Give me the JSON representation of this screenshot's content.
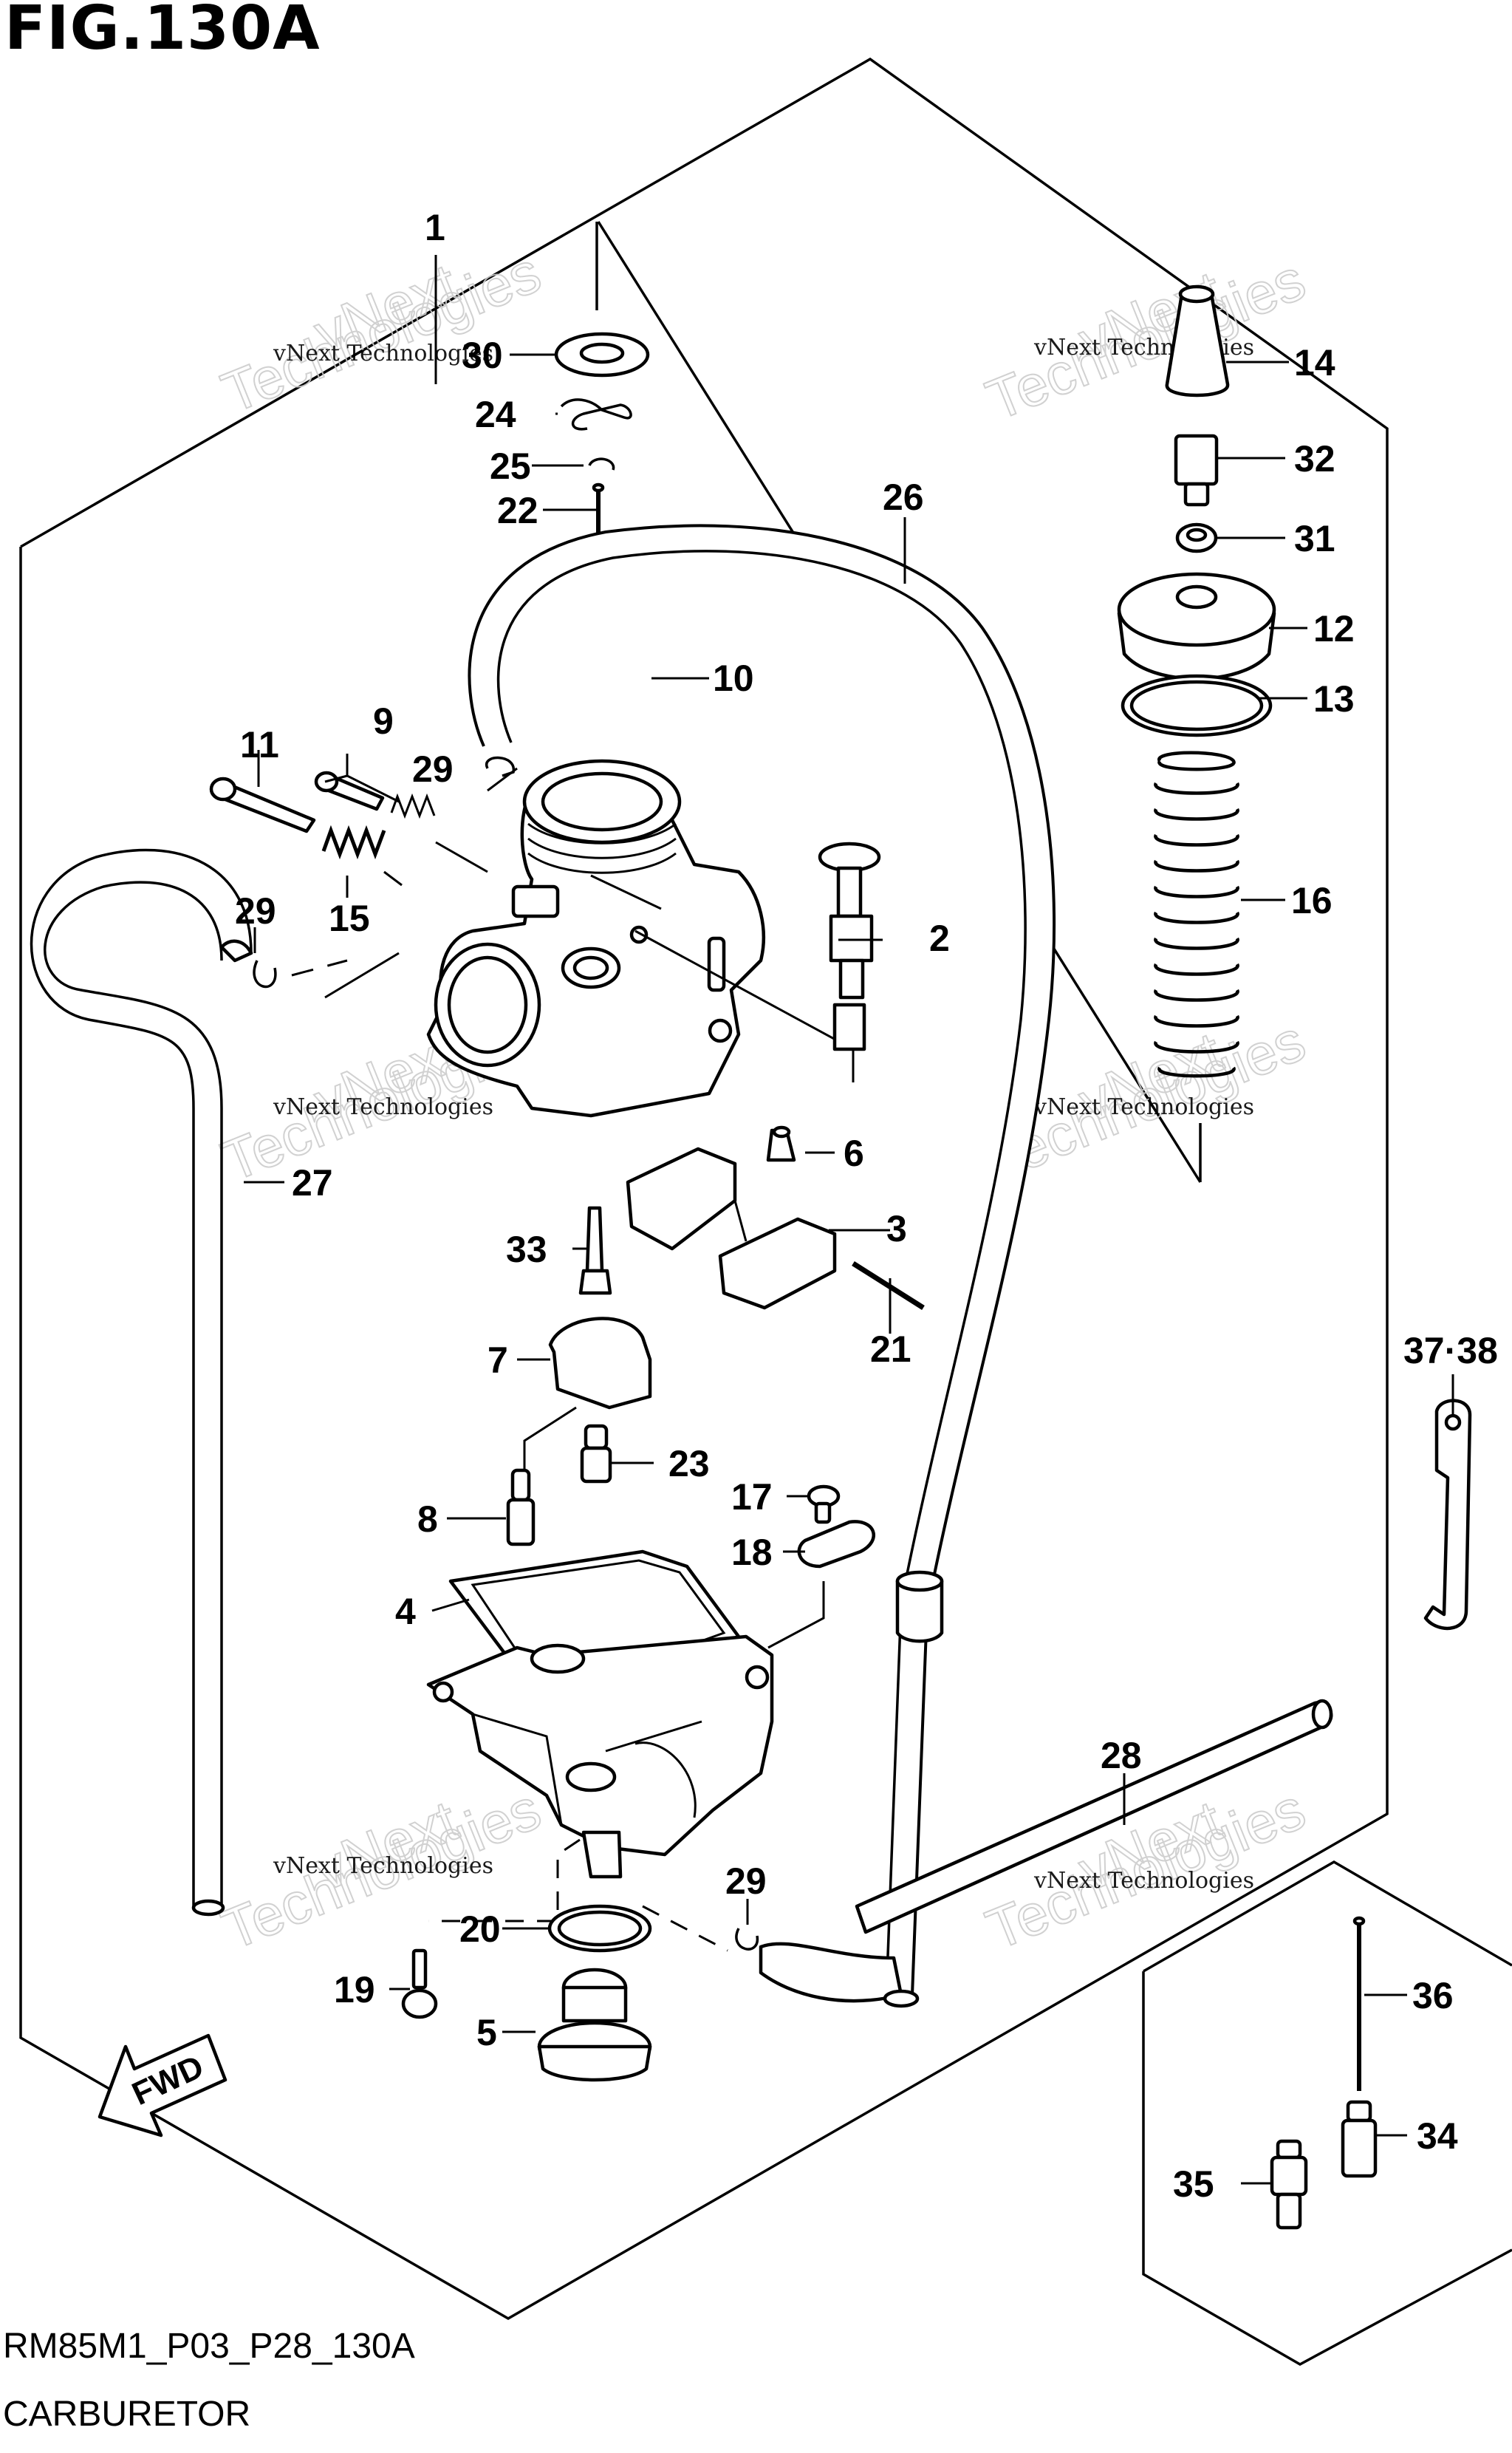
{
  "figure": {
    "title": "FIG.130A",
    "code": "RM85M1_P03_P28_130A",
    "name": "CARBURETOR"
  },
  "watermark": {
    "small": "vNext Technologies",
    "big_line1": "vNext",
    "big_line2": "Technologies"
  },
  "fwd_label": "FWD",
  "callouts": {
    "c1": "1",
    "c2": "2",
    "c3": "3",
    "c4": "4",
    "c5": "5",
    "c6": "6",
    "c7": "7",
    "c8": "8",
    "c9": "9",
    "c10": "10",
    "c11": "11",
    "c12": "12",
    "c13": "13",
    "c14": "14",
    "c15": "15",
    "c16": "16",
    "c17": "17",
    "c18": "18",
    "c19": "19",
    "c20": "20",
    "c21": "21",
    "c22": "22",
    "c23": "23",
    "c24": "24",
    "c25": "25",
    "c26": "26",
    "c27": "27",
    "c28": "28",
    "c29a": "29",
    "c29b": "29",
    "c29c": "29",
    "c30": "30",
    "c31": "31",
    "c32": "32",
    "c33": "33",
    "c34": "34",
    "c35": "35",
    "c36": "36",
    "c3738": "37·38"
  }
}
